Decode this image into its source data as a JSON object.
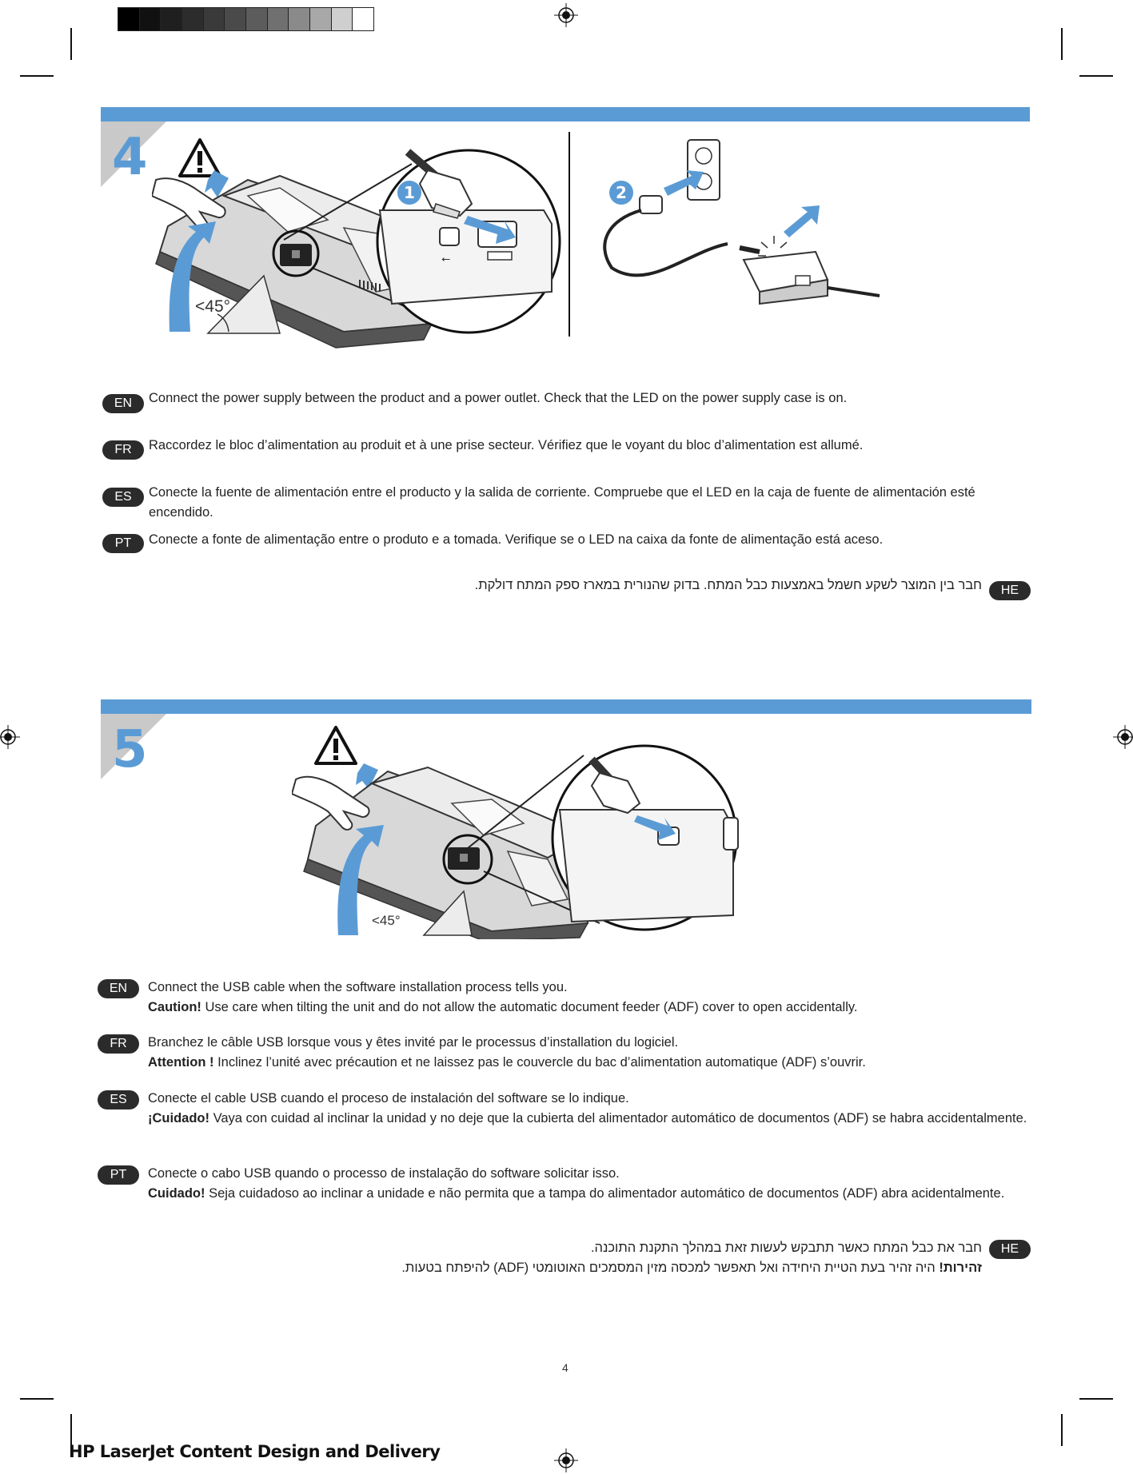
{
  "step4": {
    "number": "4",
    "angle_label": "<45°",
    "callout1": "1",
    "callout2": "2",
    "instructions": {
      "en": "Connect the power supply between the product and a power outlet. Check that the LED on the power supply case is on.",
      "fr": "Raccordez le bloc d’alimentation au produit et à une prise secteur. Vérifiez que le voyant du bloc d’alimentation est allumé.",
      "es": "Conecte la fuente de alimentación entre el producto y la salida de corriente. Compruebe que el LED en la caja de fuente de alimentación esté encendido.",
      "pt": "Conecte a fonte de alimentação entre o produto e a tomada. Verifique se o LED na caixa da fonte de alimentação está aceso.",
      "he": "חבר בין המוצר לשקע חשמל באמצעות כבל המתח. בדוק שהנורית במארז ספק המתח דולקת."
    }
  },
  "step5": {
    "number": "5",
    "angle_label": "<45°",
    "instructions": {
      "en_line1": "Connect the USB cable when the software installation process tells you.",
      "en_caution_label": "Caution!",
      "en_caution_text": " Use care when tilting the unit and do not allow the automatic document feeder (ADF) cover to open accidentally.",
      "fr_line1": "Branchez le câble USB lorsque vous y êtes invité par le processus d’installation du logiciel.",
      "fr_caution_label": "Attention !",
      "fr_caution_text": " Inclinez l’unité avec précaution et ne laissez pas le couvercle du bac d’alimentation automatique (ADF) s’ouvrir.",
      "es_line1": "Conecte el cable USB cuando el proceso de instalación del software se lo indique.",
      "es_caution_label": "¡Cuidado!",
      "es_caution_text": " Vaya con cuidad al inclinar la unidad y no deje que la cubierta del alimentador automático de documentos (ADF) se habra accidentalmente.",
      "pt_line1": "Conecte o cabo USB quando o processo de instalação do software solicitar isso.",
      "pt_caution_label": "Cuidado!",
      "pt_caution_text": " Seja cuidadoso ao inclinar a unidade e não permita que a tampa do alimentador automático de documentos (ADF) abra acidentalmente.",
      "he_line1": "חבר את כבל המתח כאשר תתבקש לעשות זאת במהלך התקנת התוכנה.",
      "he_caution_label": "זהירות!",
      "he_caution_text": " היה זהיר בעת הטיית היחידה ואל תאפשר למכסה מזין המסמכים האוטומטי (ADF) להיפתח בטעות."
    }
  },
  "lang_badges": {
    "en": "EN",
    "fr": "FR",
    "es": "ES",
    "pt": "PT",
    "he": "HE"
  },
  "page_number": "4",
  "footer": "HP LaserJet Content Design and Delivery",
  "colors": {
    "accent_blue": "#5b9bd5",
    "badge_bg": "#2b2b2b"
  },
  "calibration_shades": [
    "#000000",
    "#111111",
    "#1f1f1f",
    "#2c2c2c",
    "#3a3a3a",
    "#4a4a4a",
    "#5c5c5c",
    "#707070",
    "#8a8a8a",
    "#a8a8a8",
    "#cfcfcf",
    "#ffffff"
  ]
}
